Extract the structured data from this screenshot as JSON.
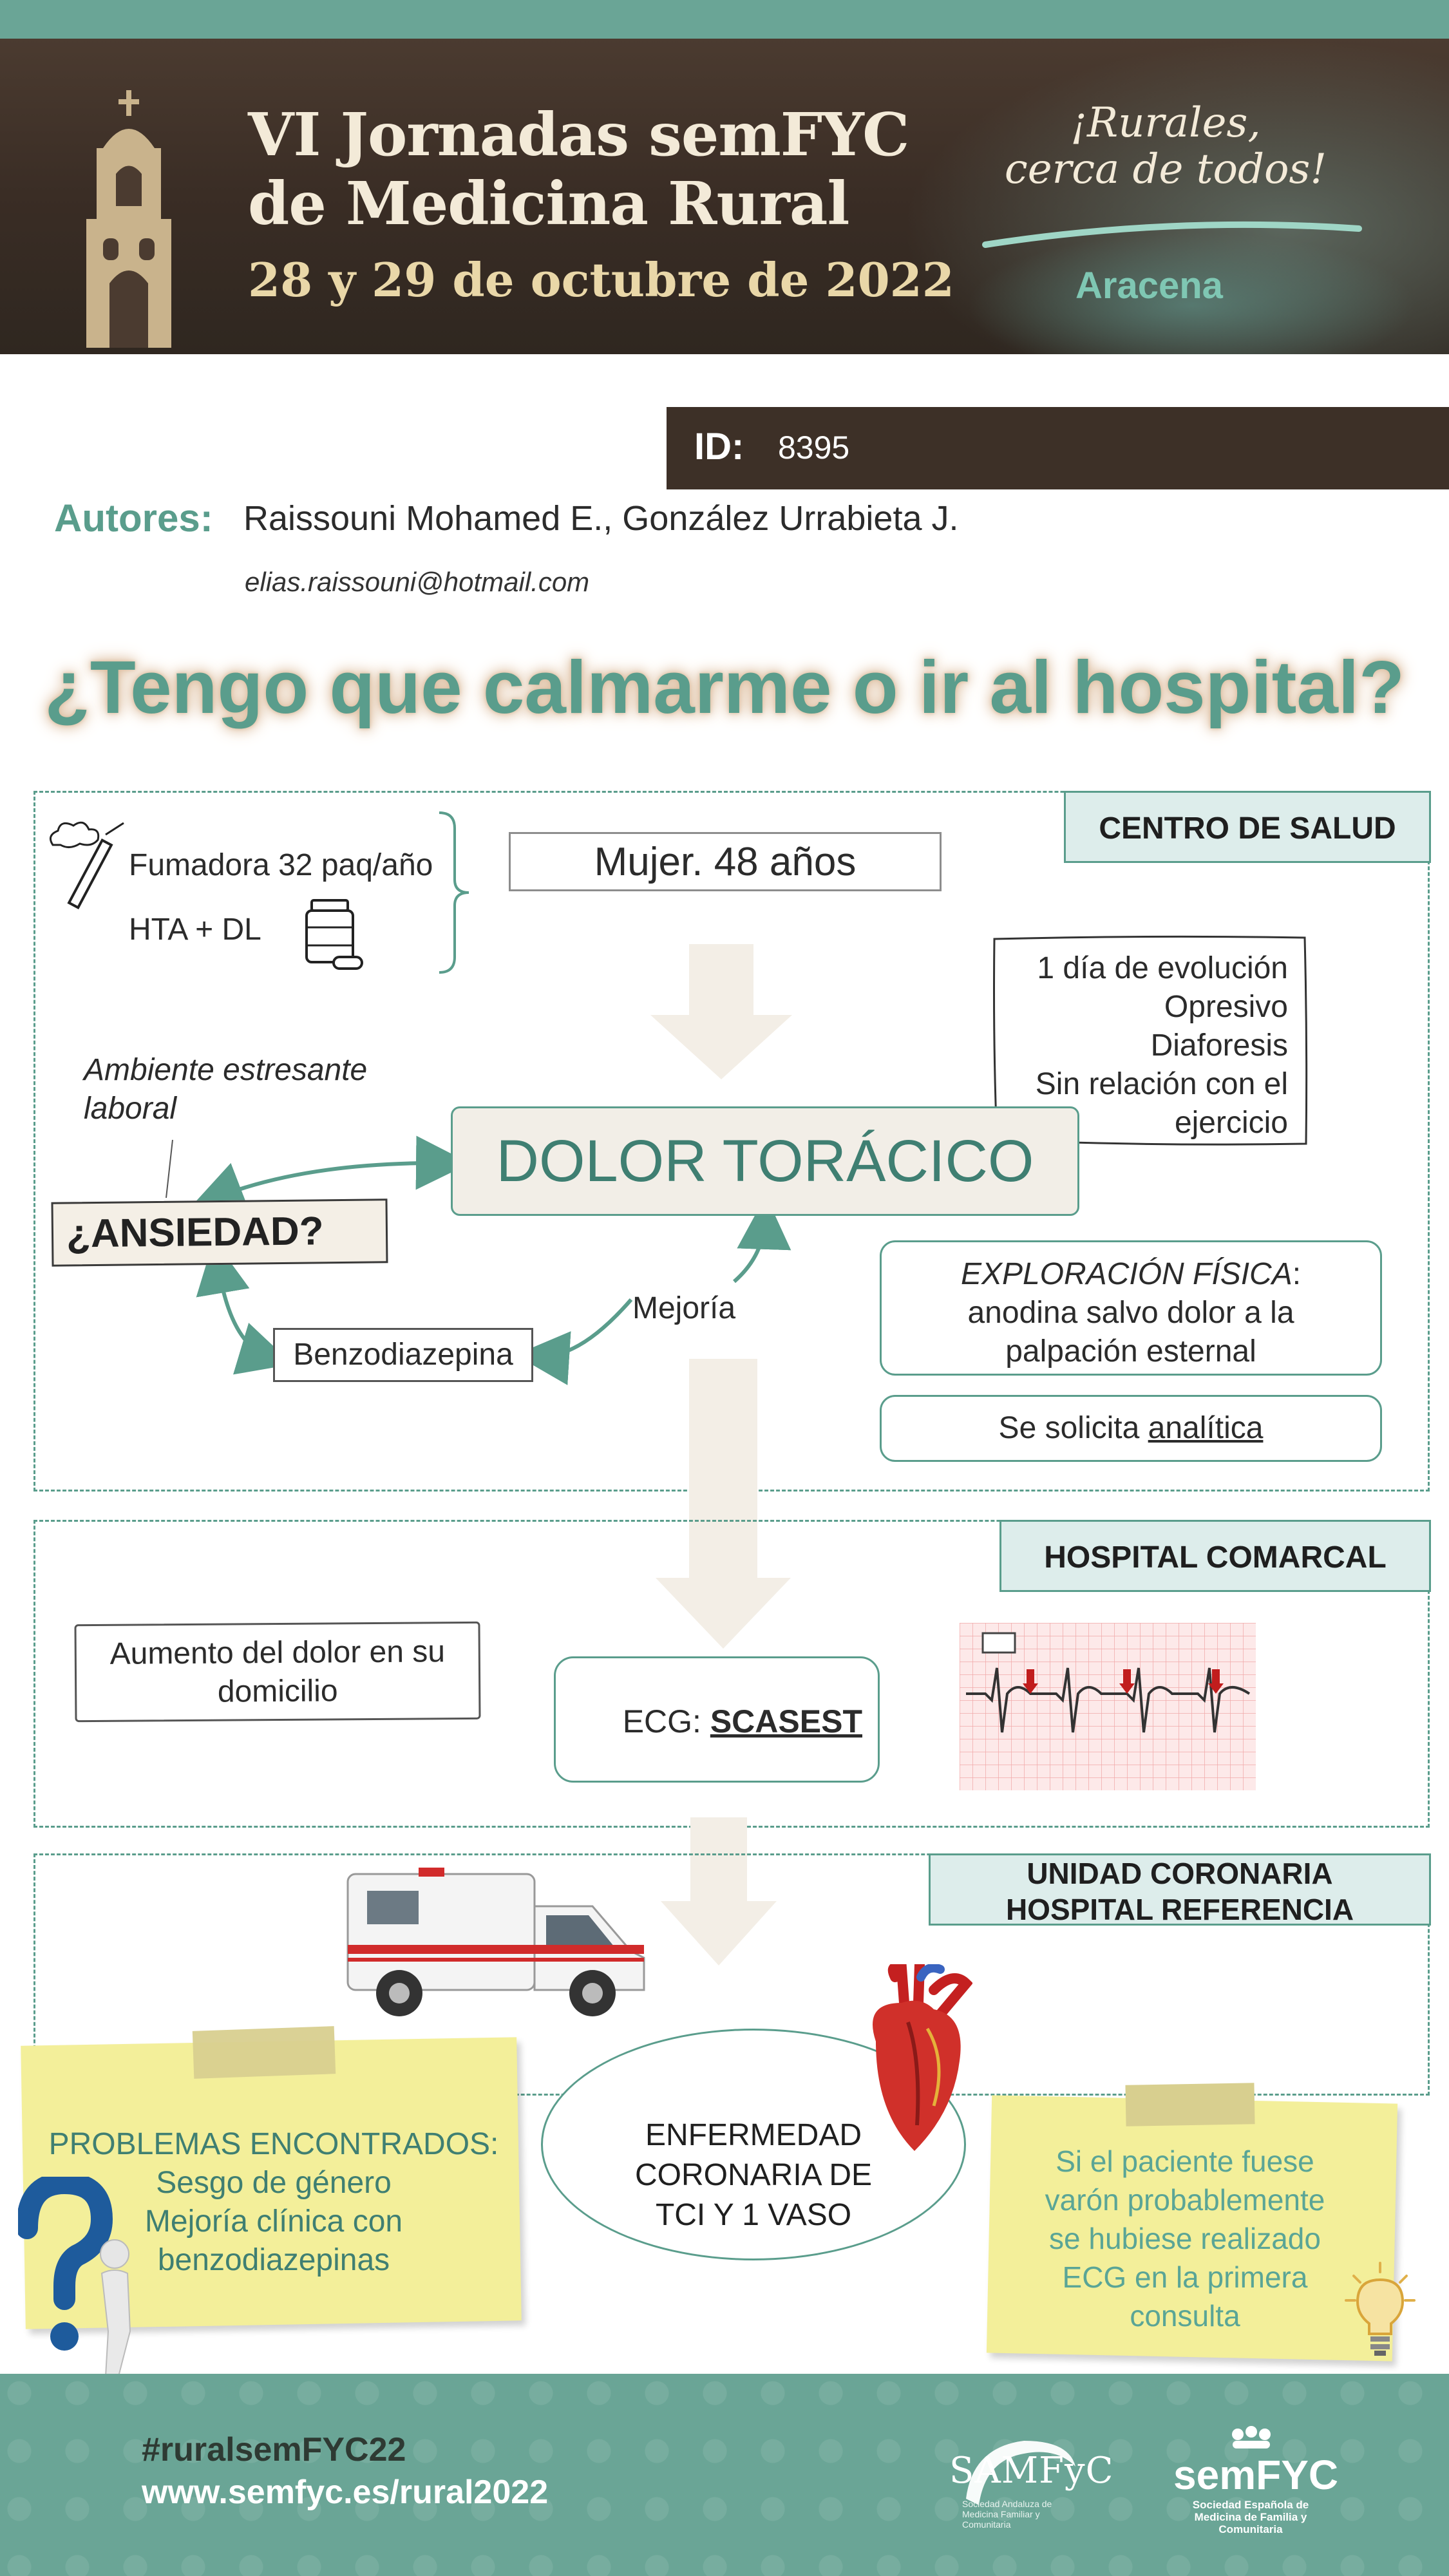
{
  "banner": {
    "line1": "VI Jornadas semFYC",
    "line2": "de Medicina Rural",
    "date": "28 y 29 de octubre de 2022",
    "slogan_line1": "¡Rurales,",
    "slogan_line2": "cerca de todos!",
    "place": "Aracena",
    "church_icon": "church-bell-tower-icon"
  },
  "id_label": "ID:",
  "id_value": "8395",
  "authors_label": "Autores:",
  "authors": "Raissouni Mohamed E., González Urrabieta J.",
  "email": "elias.raissouni@hotmail.com",
  "title": "¿Tengo que calmarme o ir al hospital?",
  "sections": {
    "centro": {
      "tag": "CENTRO DE SALUD",
      "smoker": "Fumadora 32 paq/año",
      "hta": "HTA + DL",
      "patient": "Mujer. 48 años",
      "evolution": [
        "1 día de evolución",
        "Opresivo",
        "Diaforesis",
        "Sin relación con el",
        "ejercicio"
      ],
      "environment_line1": "Ambiente estresante",
      "environment_line2": "laboral",
      "chief_complaint": "DOLOR TORÁCICO",
      "anxiety": "¿ANSIEDAD?",
      "benzo": "Benzodiazepina",
      "improvement": "Mejoría",
      "exam_title": "EXPLORACIÓN FÍSICA",
      "exam_colon": ":",
      "exam_line2": "anodina salvo dolor a la",
      "exam_line3": "palpación esternal",
      "lab_prefix": "Se solicita ",
      "lab_word": "analítica"
    },
    "comarcal": {
      "tag": "HOSPITAL COMARCAL",
      "worsening_line1": "Aumento del dolor en su",
      "worsening_line2": "domicilio",
      "ecg_prefix": "ECG: ",
      "ecg_result": "SCASEST"
    },
    "coronaria": {
      "tag_line1": "UNIDAD CORONARIA",
      "tag_line2": "HOSPITAL REFERENCIA",
      "diagnosis_line1": "ENFERMEDAD",
      "diagnosis_line2": "CORONARIA DE",
      "diagnosis_line3": "TCI Y 1 VASO"
    }
  },
  "notes": {
    "problems_title": "PROBLEMAS ENCONTRADOS:",
    "problems_line1": "Sesgo de género",
    "problems_line2": "Mejoría clínica con",
    "problems_line3": "benzodiazepinas",
    "reflection": [
      "Si el paciente fuese",
      "varón probablemente",
      "se hubiese realizado",
      "ECG en la primera",
      "consulta"
    ]
  },
  "footer": {
    "hashtag": "#ruralsemFYC22",
    "website": "www.semfyc.es/rural2022",
    "samfyc": "SAMFyC",
    "samfyc_sub": "Sociedad Andaluza de Medicina Familiar y Comunitaria",
    "semfyc": "semFYC",
    "semfyc_sub": "Sociedad Española de Medicina de Familia y Comunitaria"
  },
  "colors": {
    "accent": "#5a9d8c",
    "banner_dark": "#3d3027",
    "note_yellow": "#f3ef9a",
    "footer": "#6aa596"
  }
}
